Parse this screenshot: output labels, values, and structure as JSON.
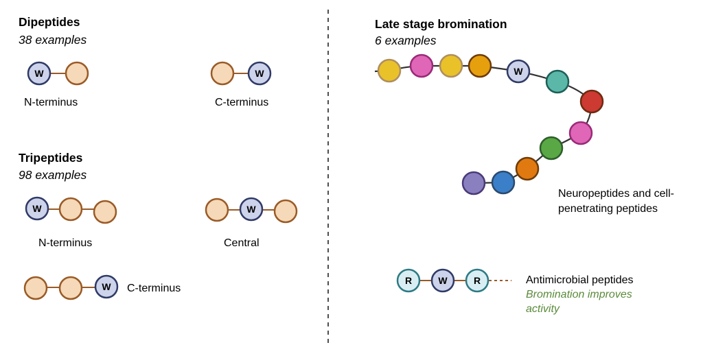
{
  "left_panel": {
    "dipeptides": {
      "title": "Dipeptides",
      "count_text": "38 examples",
      "variants": [
        {
          "label": "N-terminus",
          "sequence": [
            "W",
            "",
            ""
          ]
        },
        {
          "label": "C-terminus",
          "sequence": [
            "",
            "W"
          ]
        }
      ]
    },
    "tripeptides": {
      "title": "Tripeptides",
      "count_text": "98 examples",
      "variants": [
        {
          "label": "N-terminus",
          "sequence": [
            "W",
            "",
            ""
          ]
        },
        {
          "label": "Central",
          "sequence": [
            "",
            "W",
            ""
          ]
        },
        {
          "label": "C-terminus",
          "sequence": [
            "",
            "",
            "W"
          ]
        }
      ]
    }
  },
  "right_panel": {
    "title": "Late stage bromination",
    "count_text": "6 examples",
    "chain_label": "Neuropeptides and cell-penetrating peptides",
    "chain_label_line1": "Neuropeptides and cell-",
    "chain_label_line2": "penetrating peptides",
    "residue_label_w": "W",
    "antimicrobial": {
      "residues": [
        "R",
        "W",
        "R"
      ],
      "label": "Antimicrobial peptides",
      "note_line1": "Bromination improves",
      "note_line2": "activity"
    }
  },
  "colors": {
    "tryptophan_fill": "#cdd3ea",
    "tryptophan_stroke": "#2f3a66",
    "generic_fill": "#f5d9b8",
    "generic_stroke": "#9a5a26",
    "arginine_fill": "#d9eef3",
    "arginine_stroke": "#2d7a84",
    "note_green": "#5a8a3a"
  },
  "chain_residues": [
    {
      "fill": "#e9c22a",
      "stroke": "#b08e5f"
    },
    {
      "fill": "#e066b8",
      "stroke": "#9a2a78"
    },
    {
      "fill": "#e9c22a",
      "stroke": "#b08e5f"
    },
    {
      "fill": "#e6a00e",
      "stroke": "#6e3b0a"
    },
    {
      "fill": "#cdd3ea",
      "stroke": "#2f3a66",
      "label": "W"
    },
    {
      "fill": "#5bb8a8",
      "stroke": "#1d5f58"
    },
    {
      "fill": "#cc3a32",
      "stroke": "#6e2a10"
    },
    {
      "fill": "#e066b8",
      "stroke": "#9a2a78"
    },
    {
      "fill": "#5aa845",
      "stroke": "#2d5e2a"
    },
    {
      "fill": "#e07a10",
      "stroke": "#6e3b0a"
    },
    {
      "fill": "#3a7fc8",
      "stroke": "#2a4a6e"
    },
    {
      "fill": "#8a80c0",
      "stroke": "#4a3a78"
    }
  ]
}
